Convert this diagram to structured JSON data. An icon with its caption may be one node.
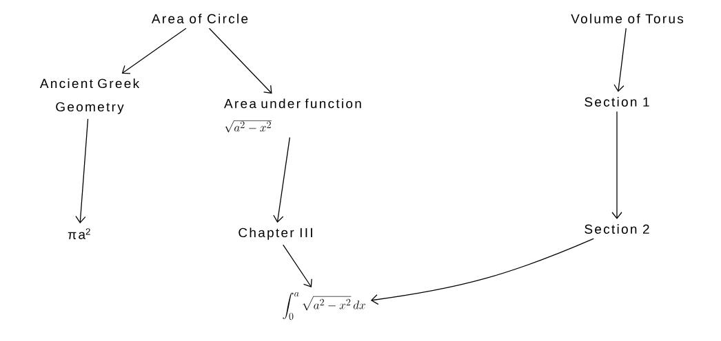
{
  "diagram": {
    "nodes": [
      {
        "text": [
          "Area of Circle"
        ]
      },
      {
        "text": [
          "Volume of Torus"
        ]
      },
      {
        "text": [
          "Ancient Greek Geometry"
        ]
      },
      {
        "text": [
          "Area under function",
          "\\sqrt{a^{2} - x^{2}}"
        ]
      },
      {
        "text": [
          "Section 1"
        ]
      },
      {
        "text": [
          "πa$^{2}$"
        ]
      },
      {
        "text": [
          "Chapter III"
        ]
      },
      {
        "text": [
          "Section 2"
        ]
      },
      {
        "text": [
          "\\int_{0}^{a} \\sqrt{a^{2} - x^{2}}\\,dx"
        ]
      }
    ],
    "edges": [
      {
        "from": 0,
        "to": 2,
        "arrow": "to"
      },
      {
        "from": 0,
        "to": 3,
        "arrow": "to"
      },
      {
        "from": 1,
        "to": 4,
        "arrow": "to"
      },
      {
        "from": 2,
        "to": 5,
        "arrow": "to"
      },
      {
        "from": 3,
        "to": 6,
        "arrow": "to"
      },
      {
        "from": 4,
        "to": 7,
        "arrow": "to"
      },
      {
        "from": 6,
        "to": 8,
        "arrow": "to"
      },
      {
        "from": 7,
        "to": 8,
        "arrow": "to"
      }
    ]
  }
}
